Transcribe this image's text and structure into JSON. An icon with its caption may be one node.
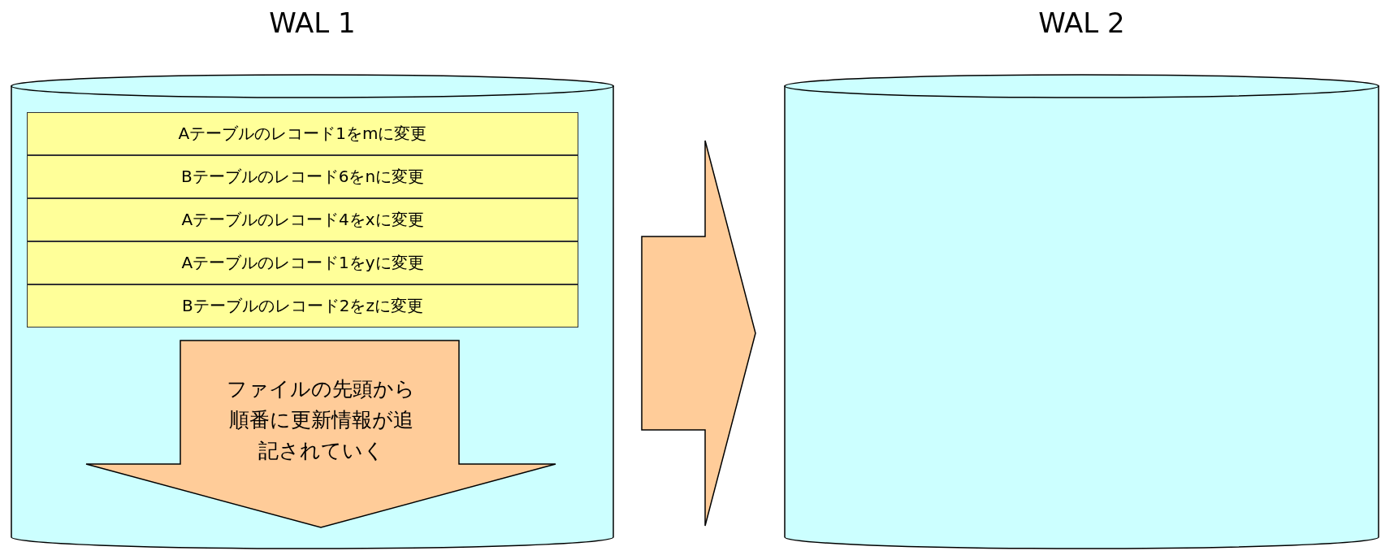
{
  "diagram": {
    "nodes": [
      {
        "text": [
          "WAL 1"
        ]
      },
      {
        "text": [
          "Aテーブルのレコード1をmに変更"
        ],
        "in": 0
      },
      {
        "text": [
          "Bテーブルのレコード6をnに変更"
        ],
        "in": 0
      },
      {
        "text": [
          "Aテーブルのレコード4をxに変更"
        ],
        "in": 0
      },
      {
        "text": [
          "Aテーブルのレコード1をyに変更"
        ],
        "in": 0
      },
      {
        "text": [
          "Bテーブルのレコード2をzに変更"
        ],
        "in": 0
      },
      {
        "text": [
          "ファイルの先頭から順番に更新情報が追記されていく"
        ],
        "in": 0
      },
      {
        "text": [
          "WAL 2"
        ]
      }
    ],
    "edges": [
      {
        "from": 0,
        "to": 7,
        "arrow": "to"
      }
    ]
  }
}
